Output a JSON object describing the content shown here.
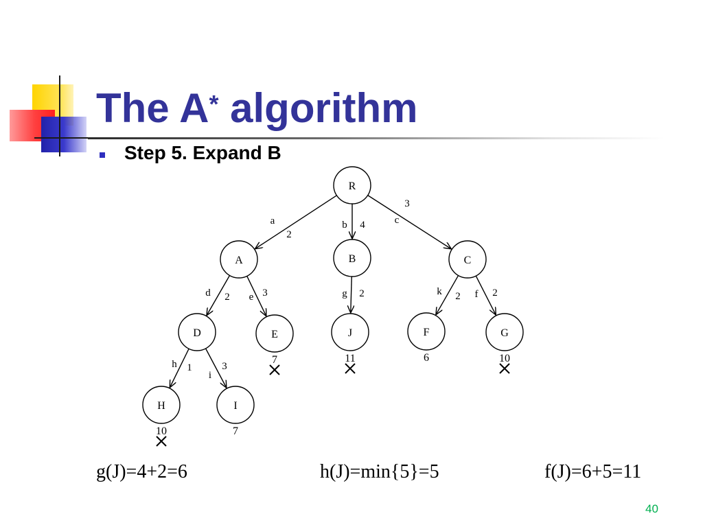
{
  "title": {
    "main": "The A",
    "sup": "*",
    "rest": " algorithm"
  },
  "bullet": {
    "text": "Step 5. Expand B"
  },
  "tree": {
    "nodes": [
      {
        "id": "R",
        "label": "R"
      },
      {
        "id": "A",
        "label": "A"
      },
      {
        "id": "B",
        "label": "B"
      },
      {
        "id": "C",
        "label": "C"
      },
      {
        "id": "D",
        "label": "D"
      },
      {
        "id": "E",
        "label": "E"
      },
      {
        "id": "J",
        "label": "J"
      },
      {
        "id": "F",
        "label": "F"
      },
      {
        "id": "G",
        "label": "G"
      },
      {
        "id": "H",
        "label": "H"
      },
      {
        "id": "I",
        "label": "I"
      }
    ],
    "edges": [
      {
        "from": "R",
        "to": "A",
        "name": "a",
        "cost": "2"
      },
      {
        "from": "R",
        "to": "B",
        "name": "b",
        "cost": "4"
      },
      {
        "from": "R",
        "to": "C",
        "name": "c",
        "cost": "3"
      },
      {
        "from": "A",
        "to": "D",
        "name": "d",
        "cost": "2"
      },
      {
        "from": "A",
        "to": "E",
        "name": "e",
        "cost": "3"
      },
      {
        "from": "B",
        "to": "J",
        "name": "g",
        "cost": "2"
      },
      {
        "from": "C",
        "to": "F",
        "name": "k",
        "cost": "2"
      },
      {
        "from": "C",
        "to": "G",
        "name": "f",
        "cost": "2"
      },
      {
        "from": "D",
        "to": "H",
        "name": "h",
        "cost": "1"
      },
      {
        "from": "D",
        "to": "I",
        "name": "i",
        "cost": "3"
      }
    ],
    "f_values": [
      {
        "node": "E",
        "value": "7",
        "pruned": true
      },
      {
        "node": "J",
        "value": "11",
        "pruned": true
      },
      {
        "node": "F",
        "value": "6",
        "pruned": false
      },
      {
        "node": "G",
        "value": "10",
        "pruned": true
      },
      {
        "node": "H",
        "value": "10",
        "pruned": true
      },
      {
        "node": "I",
        "value": "7",
        "pruned": false
      }
    ]
  },
  "formulas": {
    "g": "g(J)=4+2=6",
    "h": "h(J)=min{5}=5",
    "f": "f(J)=6+5=11"
  },
  "page_number": "40",
  "colors": {
    "title": "#333399",
    "bullet": "#2e2ebf",
    "page_number": "#00b050"
  }
}
